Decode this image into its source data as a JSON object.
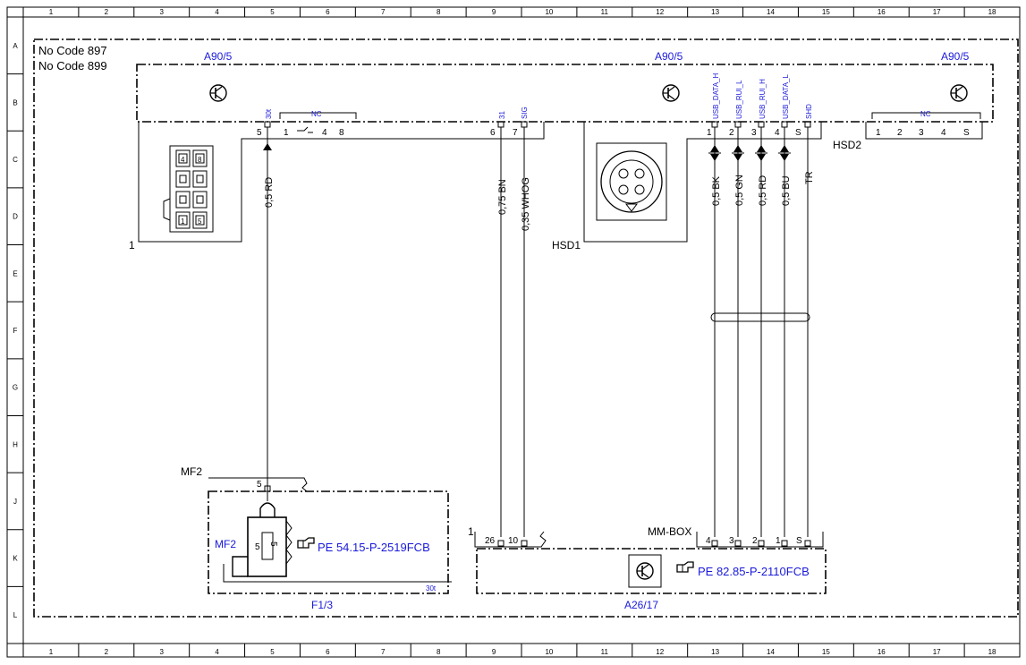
{
  "grid": {
    "columns": [
      "1",
      "2",
      "3",
      "4",
      "5",
      "6",
      "7",
      "8",
      "9",
      "10",
      "11",
      "12",
      "13",
      "14",
      "15",
      "16",
      "17",
      "18"
    ],
    "rows": [
      "A",
      "B",
      "C",
      "D",
      "E",
      "F",
      "G",
      "H",
      "J",
      "K",
      "L"
    ]
  },
  "conditions": [
    "No Code 897",
    "No Code 899"
  ],
  "components": {
    "a90_left": "A90/5",
    "a90_mid": "A90/5",
    "a90_right": "A90/5",
    "f1_3": "F1/3",
    "a26_17": "A26/17",
    "hsd1": "HSD1",
    "hsd2": "HSD2",
    "mf2_top": "MF2",
    "mf2_inner": "MF2",
    "mm_box": "MM-BOX",
    "connector_1a": "1",
    "connector_1b": "1"
  },
  "signals": {
    "s30t": "30t",
    "nc1": "NC",
    "nc2": "NC",
    "s31": "31",
    "sig": "SIG",
    "usb_data_h": "USB_DATA_H",
    "usb_rui_l": "USB_RUI_L",
    "usb_rui_h": "USB_RUI_H",
    "usb_data_l": "USB_DATA_L",
    "shd": "SHD",
    "s30t_fuse": "30t"
  },
  "pins": {
    "left_5": "5",
    "left_1": "1",
    "left_4": "4",
    "left_8": "8",
    "mid_6": "6",
    "mid_7": "7",
    "hsd1_1": "1",
    "hsd1_2": "2",
    "hsd1_3": "3",
    "hsd1_4": "4",
    "hsd1_s": "S",
    "hsd2_1": "1",
    "hsd2_2": "2",
    "hsd2_3": "3",
    "hsd2_4": "4",
    "hsd2_s": "S",
    "conn_4": "4",
    "conn_8": "8",
    "conn_1": "1",
    "conn_5": "5",
    "mf2_5": "5",
    "fuse_5": "5",
    "low_26": "26",
    "low_10": "10",
    "mm_4": "4",
    "mm_3": "3",
    "mm_2": "2",
    "mm_1": "1",
    "mm_s": "S"
  },
  "wires": {
    "rd_left": "0,5 RD",
    "bn": "0,75 BN",
    "whog": "0,35 WHOG",
    "bk": "0,5 BK",
    "gn": "0,5 GN",
    "rd_right": "0,5 RD",
    "bu": "0,5 BU",
    "tr": "TR"
  },
  "refs": {
    "pe_fuse": "PE 54.15-P-2519FCB",
    "pe_mmbox": "PE 82.85-P-2110FCB"
  },
  "colors": {
    "line": "#000000",
    "blue_text": "#1a1adb"
  }
}
